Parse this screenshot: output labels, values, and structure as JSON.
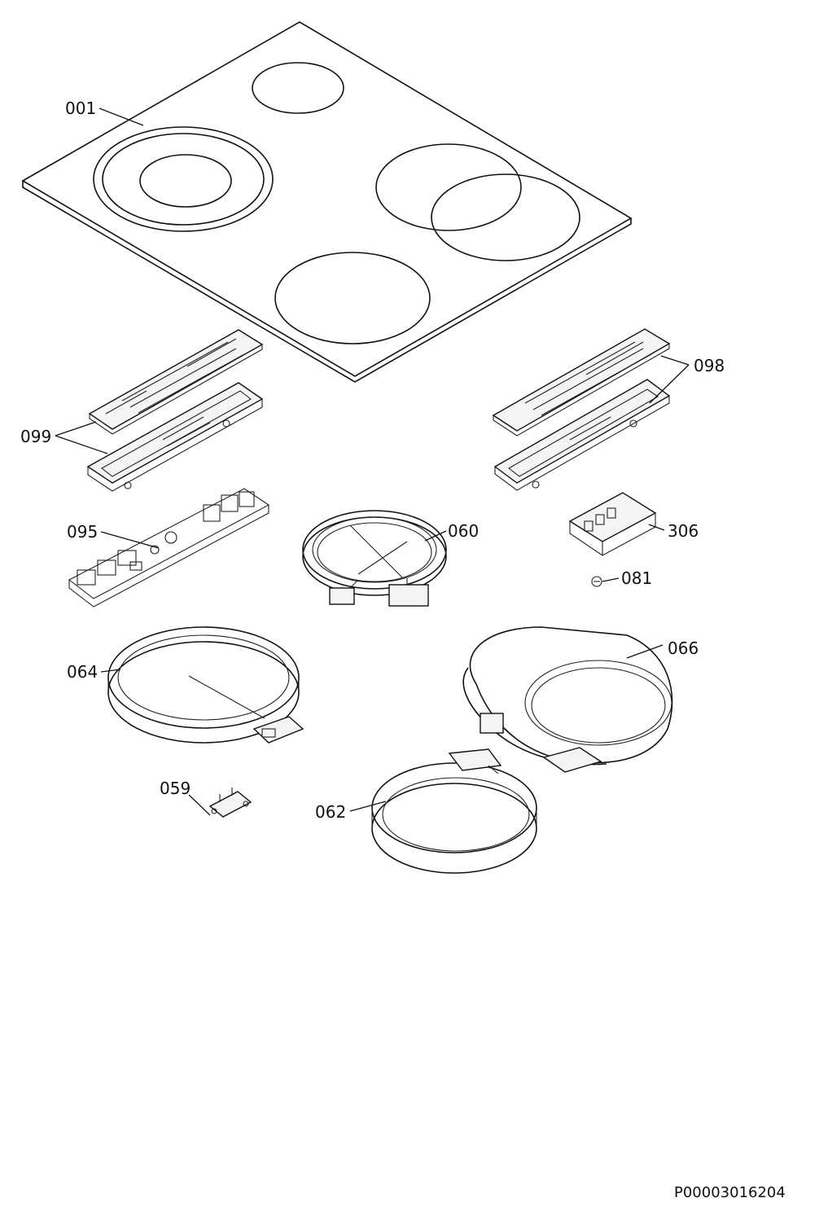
{
  "callouts": [
    {
      "id": "c001",
      "label": "001"
    },
    {
      "id": "c099",
      "label": "099"
    },
    {
      "id": "c098",
      "label": "098"
    },
    {
      "id": "c095",
      "label": "095"
    },
    {
      "id": "c060",
      "label": "060"
    },
    {
      "id": "c306",
      "label": "306"
    },
    {
      "id": "c081",
      "label": "081"
    },
    {
      "id": "c064",
      "label": "064"
    },
    {
      "id": "c066",
      "label": "066"
    },
    {
      "id": "c059",
      "label": "059"
    },
    {
      "id": "c062",
      "label": "062"
    }
  ],
  "drawing_number": "P00003016204"
}
